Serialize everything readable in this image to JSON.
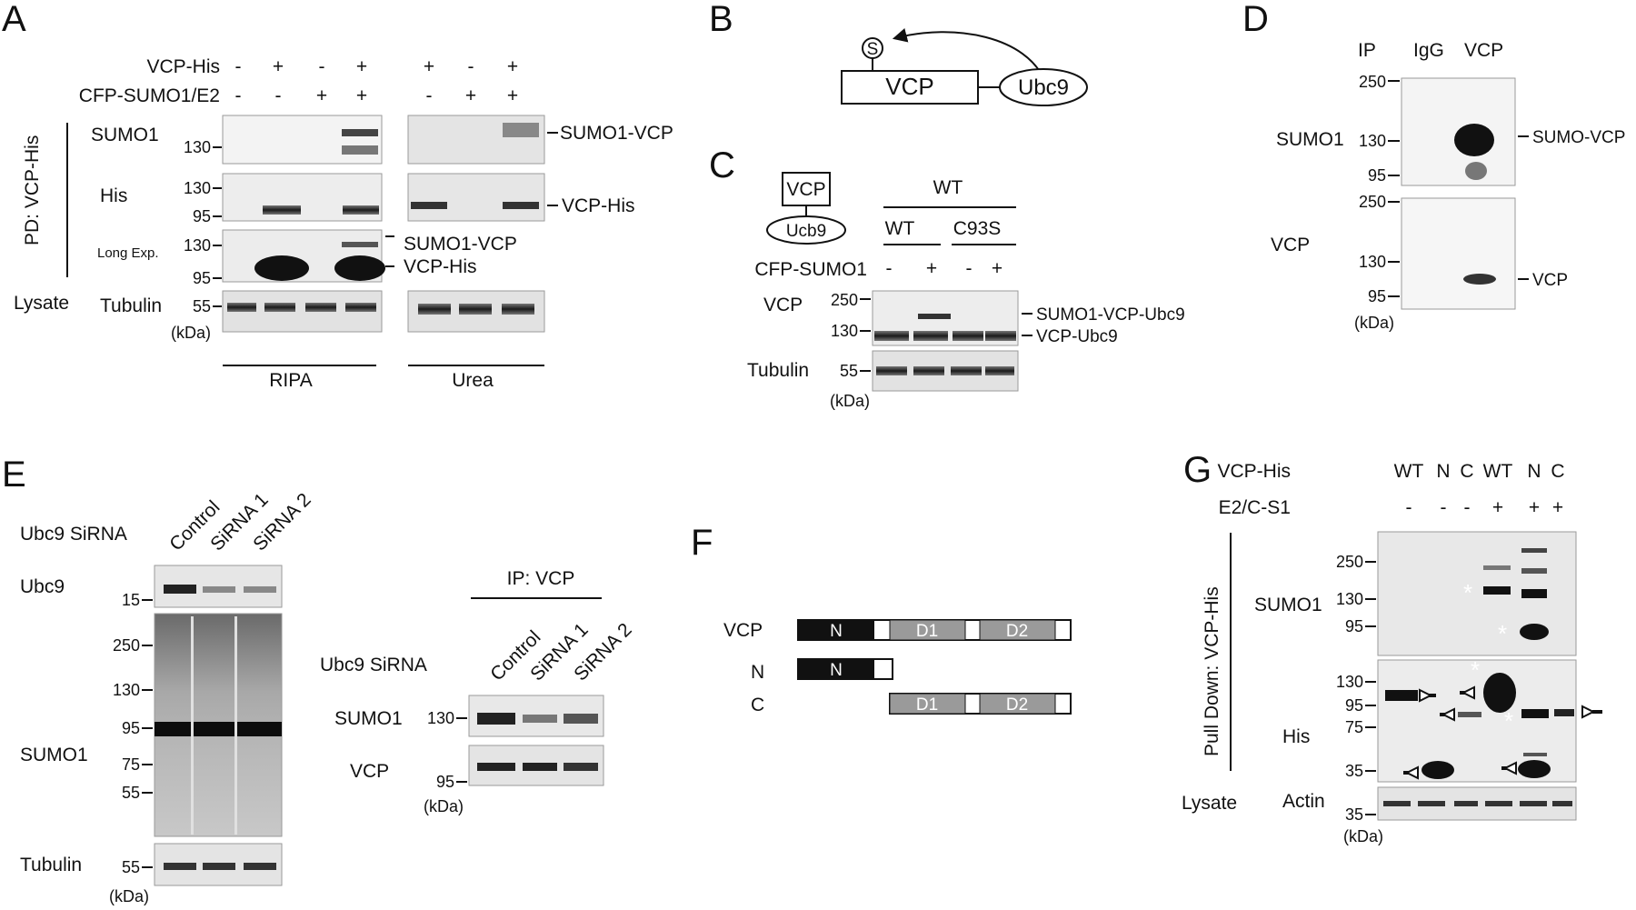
{
  "panels": {
    "A": {
      "letter": "A",
      "vcp_his_label": "VCP-His",
      "cfp_sumo_label": "CFP-SUMO1/E2",
      "vcp_his_signs": [
        "-",
        "+",
        "-",
        "+",
        "+",
        "-",
        "+"
      ],
      "cfp_sumo_signs": [
        "-",
        "-",
        "+",
        "+",
        "-",
        "+",
        "+"
      ],
      "pd_label": "PD: VCP-His",
      "row_sumo1": "SUMO1",
      "row_his": "His",
      "row_long": "Long Exp.",
      "lysate": "Lysate",
      "row_tubulin": "Tubulin",
      "mw_sumo1": "130",
      "mw_his_130": "130",
      "mw_his_95": "95",
      "mw_long_130": "130",
      "mw_long_95": "95",
      "mw_tub": "55",
      "kda": "(kDa)",
      "right_sumo1_vcp": "SUMO1-VCP",
      "right_vcp_his": "VCP-His",
      "long_sumo1_vcp": "SUMO1-VCP",
      "long_vcp_his": "VCP-His",
      "buffer_ripa": "RIPA",
      "buffer_urea": "Urea"
    },
    "B": {
      "letter": "B",
      "s_mark": "S",
      "vcp": "VCP",
      "ubc9": "Ubc9"
    },
    "C": {
      "letter": "C",
      "box_vcp": "VCP",
      "box_ucb9": "Ucb9",
      "wt_top": "WT",
      "wt": "WT",
      "c93s": "C93S",
      "cfp_sumo1": "CFP-SUMO1",
      "signs": [
        "-",
        "+",
        "-",
        "+"
      ],
      "row_vcp": "VCP",
      "row_tubulin": "Tubulin",
      "mw_250": "250",
      "mw_130": "130",
      "mw_55": "55",
      "kda": "(kDa)",
      "right_top": "SUMO1-VCP-Ubc9",
      "right_bottom": "VCP-Ubc9"
    },
    "D": {
      "letter": "D",
      "ip": "IP",
      "igg": "IgG",
      "vcp_col": "VCP",
      "row_sumo1": "SUMO1",
      "row_vcp": "VCP",
      "mw_250a": "250",
      "mw_130a": "130",
      "mw_95a": "95",
      "mw_250b": "250",
      "mw_130b": "130",
      "mw_95b": "95",
      "kda": "(kDa)",
      "right_sumo_vcp": "SUMO-VCP",
      "right_vcp": "VCP"
    },
    "E": {
      "letter": "E",
      "ubc9_sirna": "Ubc9 SiRNA",
      "cols": [
        "Control",
        "SiRNA 1",
        "SiRNA 2"
      ],
      "row_ubc9": "Ubc9",
      "row_sumo1": "SUMO1",
      "row_tubulin": "Tubulin",
      "mw_15": "15",
      "mw_250": "250",
      "mw_130": "130",
      "mw_95": "95",
      "mw_75": "75",
      "mw_55": "55",
      "mw_55t": "55",
      "kda": "(kDa)",
      "ip_vcp": "IP: VCP",
      "ubc9_sirna2": "Ubc9 SiRNA",
      "cols2": [
        "Control",
        "SiRNA 1",
        "SiRNA 2"
      ],
      "ip_sumo1": "SUMO1",
      "ip_vcp_row": "VCP",
      "ip_mw_130": "130",
      "ip_mw_95": "95",
      "kda2": "(kDa)"
    },
    "F": {
      "letter": "F",
      "row_vcp": "VCP",
      "row_n": "N",
      "row_c": "C",
      "dom_n": "N",
      "dom_d1": "D1",
      "dom_d2": "D2",
      "dom_n2": "N",
      "dom_d1c": "D1",
      "dom_d2c": "D2"
    },
    "G": {
      "letter": "G",
      "vcp_his": "VCP-His",
      "cols": [
        "WT",
        "N",
        "C",
        "WT",
        "N",
        "C"
      ],
      "e2_label": "E2/C-S1",
      "signs": [
        "-",
        "-",
        "-",
        "+",
        "+",
        "+"
      ],
      "pull_down": "Pull Down: VCP-His",
      "row_sumo1": "SUMO1",
      "row_his": "His",
      "lysate": "Lysate",
      "row_actin": "Actin",
      "mw_250": "250",
      "mw_130": "130",
      "mw_95": "95",
      "mw_h130": "130",
      "mw_h95": "95",
      "mw_h75": "75",
      "mw_h35": "35",
      "mw_a35": "35",
      "kda": "(kDa)",
      "star": "*"
    }
  }
}
